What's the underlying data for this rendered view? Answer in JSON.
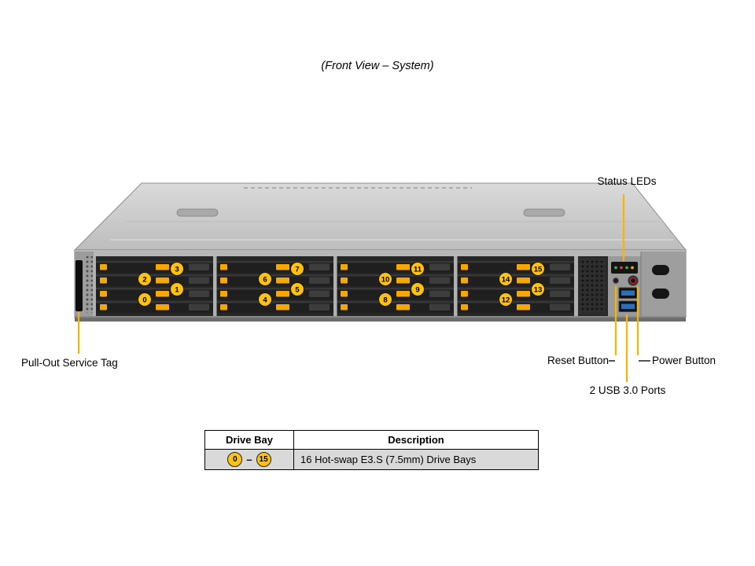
{
  "title": "(Front View – System)",
  "callouts": {
    "status_leds": "Status LEDs",
    "service_tag": "Pull-Out Service Tag",
    "reset": "Reset Button",
    "power": "Power Button",
    "usb": "2 USB 3.0 Ports"
  },
  "bays": [
    "0",
    "1",
    "2",
    "3",
    "4",
    "5",
    "6",
    "7",
    "8",
    "9",
    "10",
    "11",
    "12",
    "13",
    "14",
    "15"
  ],
  "table": {
    "col_drive_bay": "Drive Bay",
    "col_description": "Description",
    "bay_start": "0",
    "bay_end": "15",
    "range_dash": "–",
    "description": "16 Hot-swap E3.S (7.5mm) Drive Bays"
  },
  "colors": {
    "bay_circle": "#FFC20E",
    "latch_orange": "#F7A800",
    "callout_line": "#F7B500",
    "usb_blue": "#2A6FBB",
    "led_green": "#39B54A",
    "led_red": "#E03A3E",
    "led_amber": "#F7A800"
  }
}
